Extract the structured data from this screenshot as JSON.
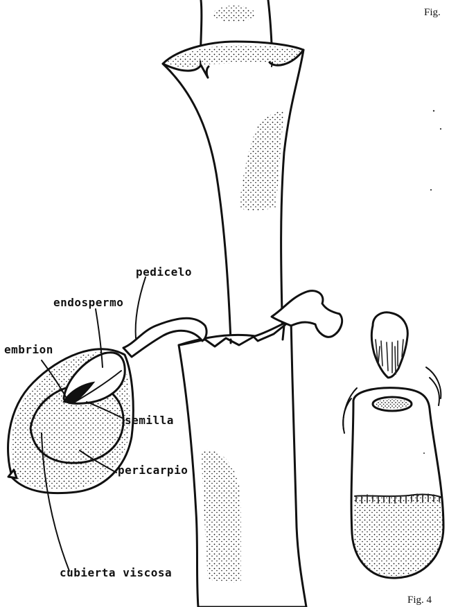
{
  "figure": {
    "fig_label_top": "Fig.",
    "fig_label_bottom": "Fig. 4"
  },
  "labels": {
    "pedicelo": "pedicelo",
    "endospermo": "endospermo",
    "embrion": "embrion",
    "semilla": "semilla",
    "pericarpio": "pericarpio",
    "cubierta_viscosa": "cubierta viscosa"
  }
}
